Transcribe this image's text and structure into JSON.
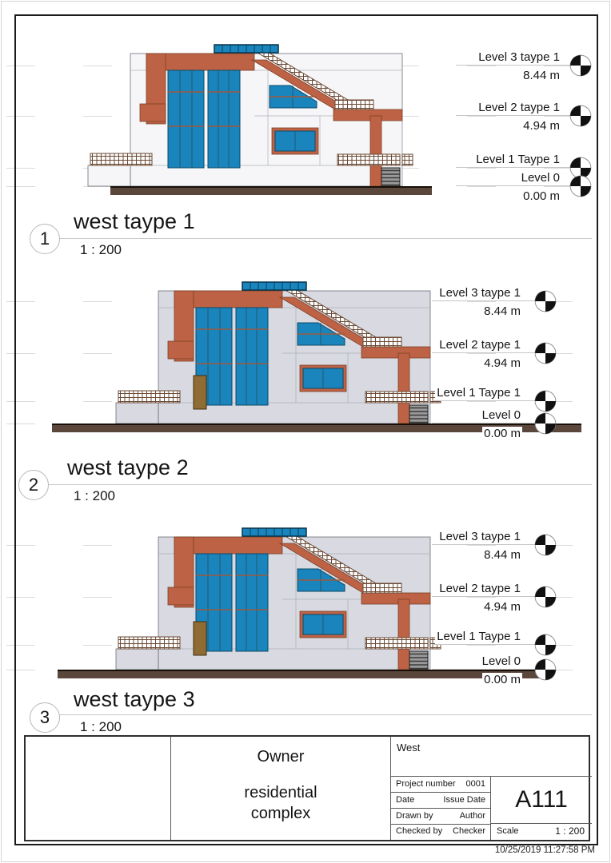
{
  "sheet": {
    "print_timestamp": "10/25/2019 11:27:58 PM"
  },
  "colors": {
    "terracotta": "#bd6244",
    "glazing": "#1a84bd",
    "ground": "#5b463b",
    "wall_light": "#f6f6f8",
    "wall_gray": "#d8d9e1",
    "door": "#8f6c33"
  },
  "icons": {
    "level_head": "level-datum-quadrant-circle-icon"
  },
  "views": [
    {
      "number": "1",
      "title": "west taype 1",
      "scale": "1 : 200",
      "levels": [
        {
          "label": "Level 3 taype 1",
          "value": "8.44 m"
        },
        {
          "label": "Level 2 taype 1",
          "value": "4.94 m"
        },
        {
          "label": "Level 1 Taype 1",
          "value": ""
        },
        {
          "label": "Level 0",
          "value": "0.00 m"
        }
      ]
    },
    {
      "number": "2",
      "title": "west taype 2",
      "scale": "1 : 200",
      "levels": [
        {
          "label": "Level 3 taype 1",
          "value": "8.44 m"
        },
        {
          "label": "Level 2 taype 1",
          "value": "4.94 m"
        },
        {
          "label": "Level 1 Taype 1",
          "value": ""
        },
        {
          "label": "Level 0",
          "value": "0.00 m"
        }
      ]
    },
    {
      "number": "3",
      "title": "west taype 3",
      "scale": "1 : 200",
      "levels": [
        {
          "label": "Level 3 taype 1",
          "value": "8.44 m"
        },
        {
          "label": "Level 2 taype 1",
          "value": "4.94 m"
        },
        {
          "label": "Level 1 Taype 1",
          "value": ""
        },
        {
          "label": "Level 0",
          "value": "0.00 m"
        }
      ]
    }
  ],
  "title_block": {
    "owner": "Owner",
    "project_name": "residential complex",
    "sheet_title": "West",
    "fields": [
      {
        "label": "Project number",
        "value": "0001"
      },
      {
        "label": "Date",
        "value": "Issue Date"
      },
      {
        "label": "Drawn by",
        "value": "Author"
      },
      {
        "label": "Checked by",
        "value": "Checker"
      }
    ],
    "sheet_number": "A111",
    "scale_label": "Scale",
    "scale_value": "1 : 200"
  }
}
